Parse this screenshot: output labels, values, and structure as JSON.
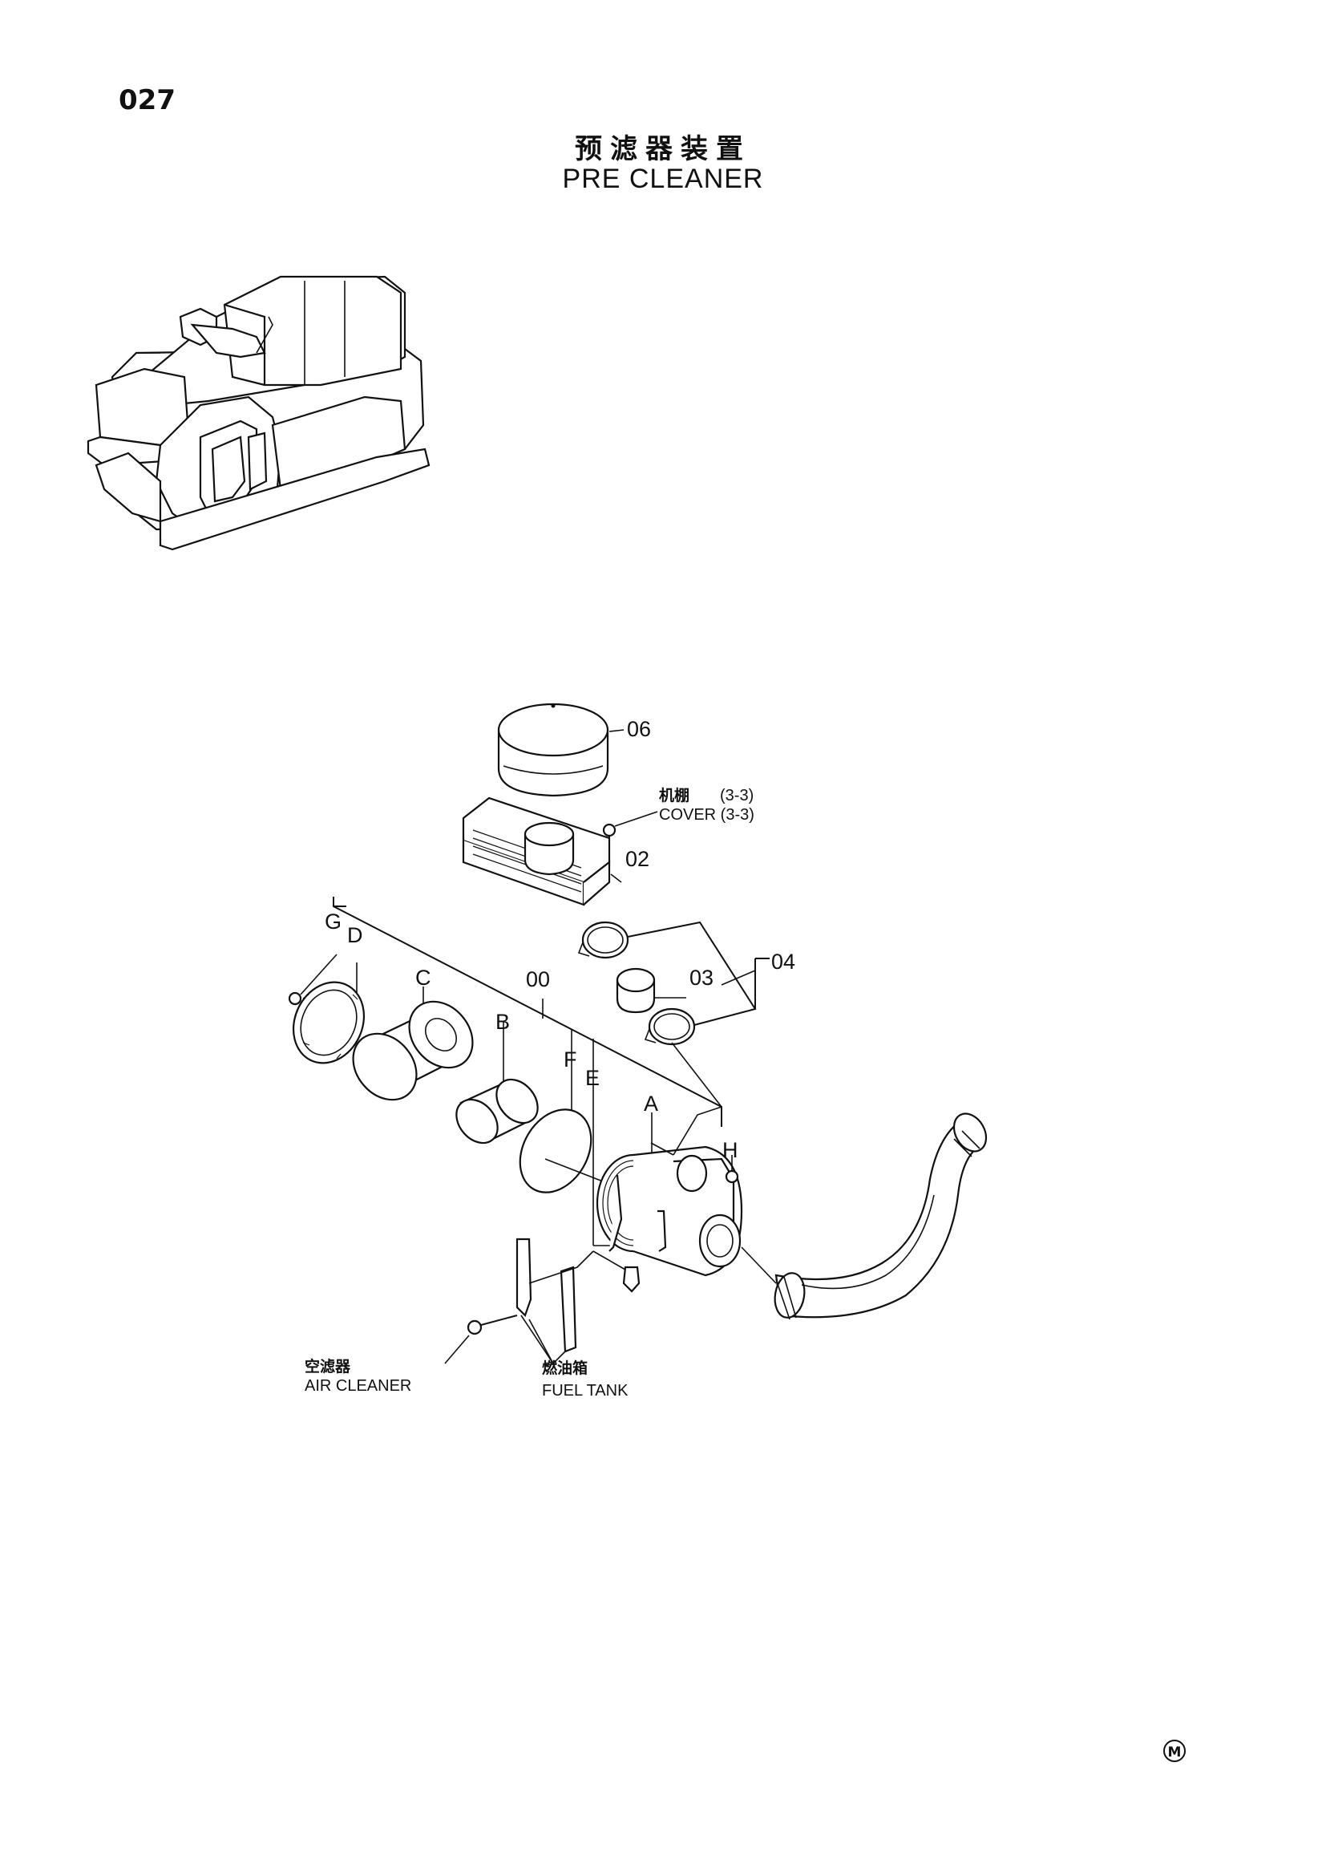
{
  "page_number": "027",
  "title_cn": "预滤器装置",
  "title_en": "PRE CLEANER",
  "callouts": {
    "c06": "06",
    "c02": "02",
    "c03": "03",
    "c04": "04",
    "c00": "00",
    "cA": "A",
    "cB": "B",
    "cC": "C",
    "cD": "D",
    "cE": "E",
    "cF": "F",
    "cG": "G",
    "cH": "H"
  },
  "references": {
    "cover_cn": "机棚",
    "cover_ref": "(3-3)",
    "cover_en": "COVER (3-3)",
    "air_cleaner_cn": "空滤器",
    "air_cleaner_en": "AIR CLEANER",
    "fuel_tank_cn": "燃油箱",
    "fuel_tank_en": "FUEL TANK"
  },
  "mark": "M"
}
